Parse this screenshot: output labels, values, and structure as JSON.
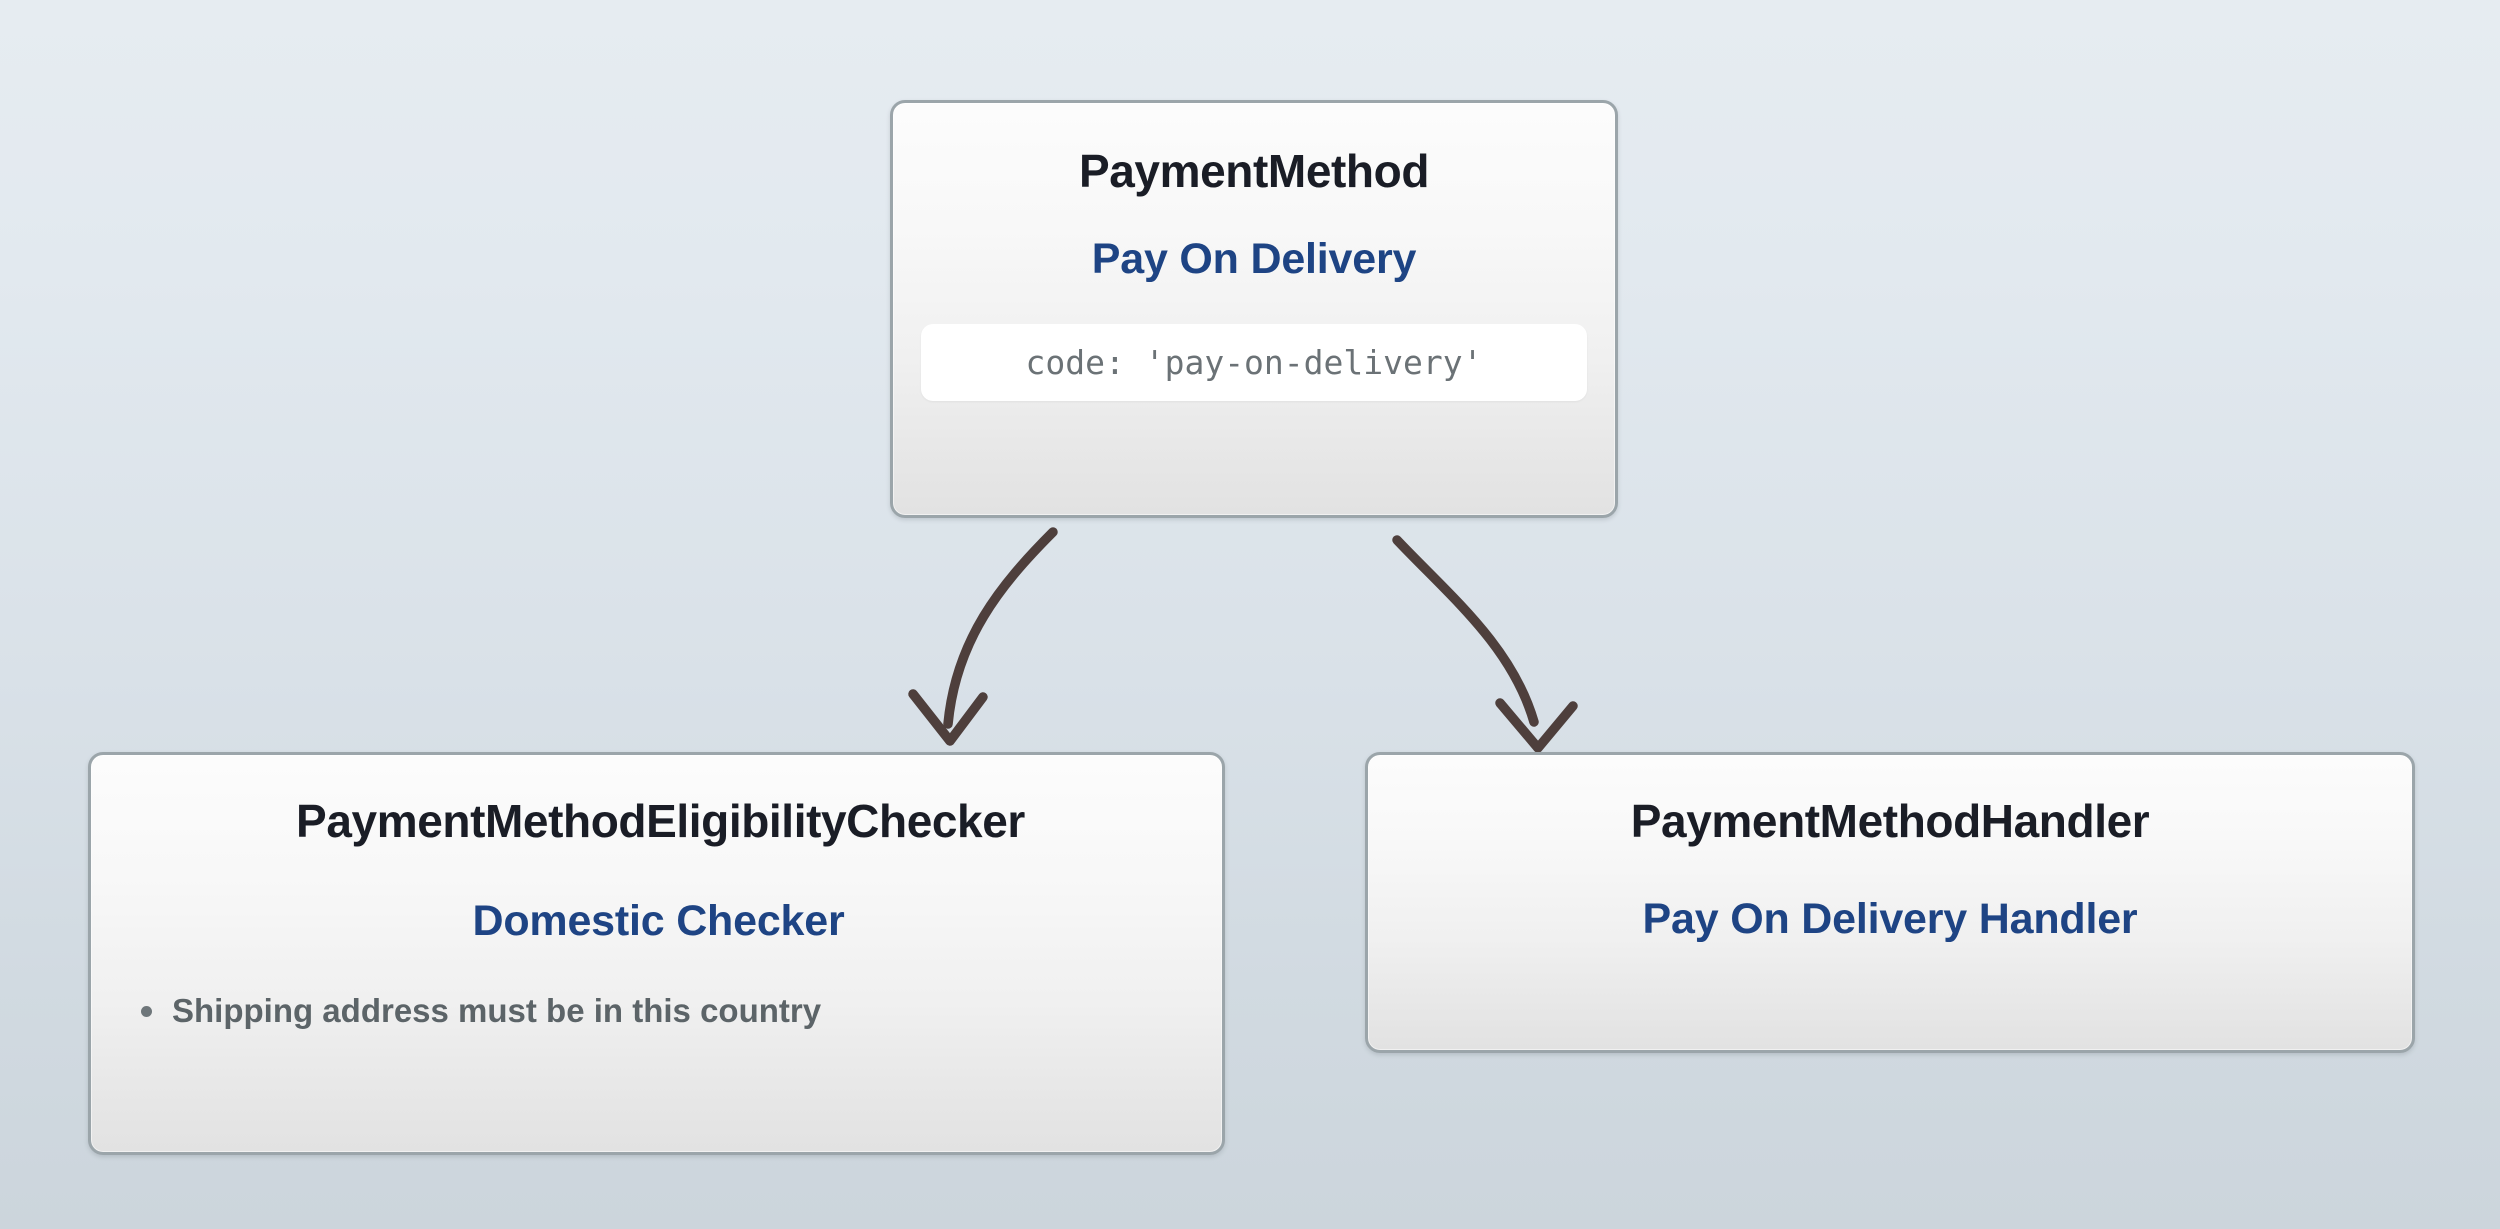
{
  "diagram": {
    "type": "flow-diagram",
    "background": {
      "gradient_top": "#e6ecf1",
      "gradient_bottom": "#ccd5dc"
    },
    "colors": {
      "node_title": "#1a1d26",
      "node_subtitle": "#1e4484",
      "node_border": "#9ba5aa",
      "node_fill_top": "#fcfcfc",
      "node_fill_bottom": "#e2e2e2",
      "code_chip_bg": "#ffffff",
      "code_chip_text": "#6b7276",
      "bullet_text": "#5c6468",
      "arrow": "#4e3f3c"
    },
    "nodes": [
      {
        "id": "payment-method",
        "title": "PaymentMethod",
        "subtitle": "Pay On Delivery",
        "code": "code: 'pay-on-delivery'"
      },
      {
        "id": "eligibility-checker",
        "title": "PaymentMethodEligibilityChecker",
        "subtitle": "Domestic Checker",
        "bullets": [
          "Shipping address must be in this country"
        ]
      },
      {
        "id": "payment-handler",
        "title": "PaymentMethodHandler",
        "subtitle": "Pay On Delivery Handler"
      }
    ],
    "edges": [
      {
        "id": "edge-to-eligibility-checker",
        "from": "payment-method",
        "to": "eligibility-checker",
        "style": "curved-arrow"
      },
      {
        "id": "edge-to-payment-handler",
        "from": "payment-method",
        "to": "payment-handler",
        "style": "curved-arrow"
      }
    ]
  }
}
